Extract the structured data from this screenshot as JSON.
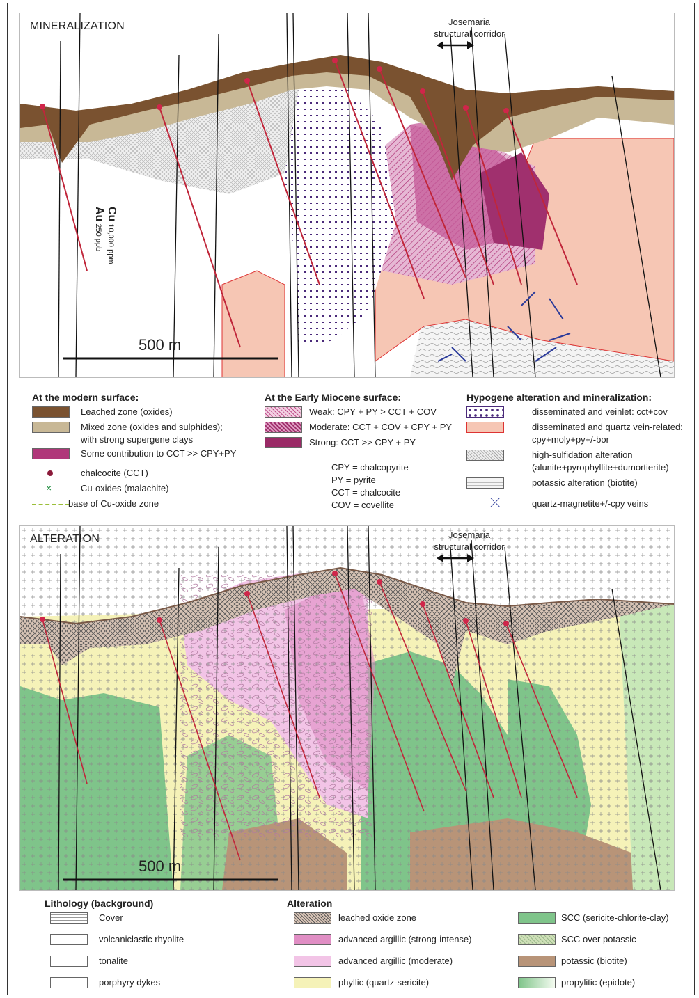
{
  "panel_top": {
    "title": "MINERALIZATION",
    "corridor": [
      "Josemaria",
      "structural corridor"
    ],
    "scale": "500 m",
    "cu_label": "Cu",
    "cu_value": "10,000 ppm",
    "au_label": "Au",
    "au_value": "250 ppb"
  },
  "panel_bottom": {
    "title": "ALTERATION",
    "corridor": [
      "Josemaria",
      "structural corridor"
    ],
    "scale": "500 m"
  },
  "legend_modern": {
    "heading": "At the modern surface:",
    "items": [
      {
        "label": "Leached zone (oxides)",
        "color": "#7a5230"
      },
      {
        "label": "Mixed zone (oxides and sulphides);",
        "label2": "with strong supergene clays",
        "color": "#c8b896"
      },
      {
        "label": "Some contribution to CCT >> CPY+PY",
        "color": "#b0377a"
      },
      {
        "label": "chalcocite (CCT)",
        "color": "#8b1a3a"
      },
      {
        "label": "Cu-oxides (malachite)",
        "color": "#1a8a3a"
      },
      {
        "label": "base of Cu-oxide zone",
        "color": "#9bbf3a"
      }
    ]
  },
  "legend_miocene": {
    "heading": "At the Early Miocene surface:",
    "items": [
      {
        "label": "Weak: CPY + PY > CCT + COV"
      },
      {
        "label": "Moderate: CCT + COV + CPY + PY"
      },
      {
        "label": "Strong: CCT >> CPY + PY"
      }
    ],
    "abbreviations": [
      "CPY = chalcopyrite",
      "PY   = pyrite",
      "CCT = chalcocite",
      "COV = covellite"
    ]
  },
  "legend_hypogene": {
    "heading": "Hypogene alteration and mineralization:",
    "items": [
      {
        "label": "disseminated and veinlet: cct+cov"
      },
      {
        "label": "disseminated and quartz vein-related:",
        "label2": "cpy+moly+py+/-bor"
      },
      {
        "label": "high-sulfidation alteration",
        "label2": "(alunite+pyrophyllite+dumortierite)"
      },
      {
        "label": "potassic alteration (biotite)"
      },
      {
        "label": "quartz-magnetite+/-cpy veins"
      }
    ]
  },
  "legend_lithology": {
    "heading": "Lithology (background)",
    "items": [
      "Cover",
      "volcaniclastic rhyolite",
      "tonalite",
      "porphyry dykes"
    ]
  },
  "legend_alteration": {
    "heading": "Alteration",
    "items": [
      {
        "label": "leached oxide zone",
        "color": "#d8c4b6"
      },
      {
        "label": "advanced argillic (strong-intense)",
        "color": "#e08ec4"
      },
      {
        "label": "advanced argillic (moderate)",
        "color": "#f2c4e6"
      },
      {
        "label": "phyllic (quartz-sericite)",
        "color": "#f5f2b8"
      }
    ],
    "items2": [
      {
        "label": "SCC (sericite-chlorite-clay)",
        "color": "#7fc48a"
      },
      {
        "label": "SCC over potassic",
        "color": "#cfe0b8"
      },
      {
        "label": "potassic (biotite)",
        "color": "#b89478"
      },
      {
        "label": "propylitic (epidote)",
        "color": "#c8e8b8"
      }
    ]
  }
}
